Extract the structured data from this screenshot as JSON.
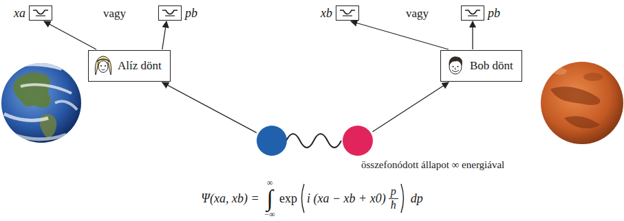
{
  "diagram": {
    "nodes": [
      {
        "text": [
          "xa"
        ]
      },
      {
        "text": [
          "pb"
        ]
      },
      {
        "text": [
          "xb"
        ]
      },
      {
        "text": [
          "pb"
        ]
      },
      {
        "text": [
          "Alíz dönt"
        ]
      },
      {
        "text": [
          "Bob dönt"
        ]
      },
      {
        "text": [
          "összefonódott állapot ∞ energiával"
        ]
      }
    ],
    "edges": [
      {
        "from": 4,
        "to": 0,
        "arrow": "to"
      },
      {
        "from": 4,
        "to": 1,
        "arrow": "to"
      },
      {
        "from": 5,
        "to": 2,
        "arrow": "to"
      },
      {
        "from": 5,
        "to": 3,
        "arrow": "to"
      },
      {
        "from": 6,
        "to": 4,
        "arrow": "to"
      },
      {
        "from": 6,
        "to": 5,
        "arrow": "to"
      }
    ],
    "labels": [
      "vagy",
      "vagy",
      "Ψ(xa, xb) =",
      "∞",
      "−∞",
      "∫",
      "exp",
      "i (xa − xb + x0)",
      "p",
      "ħ",
      "dp"
    ]
  }
}
